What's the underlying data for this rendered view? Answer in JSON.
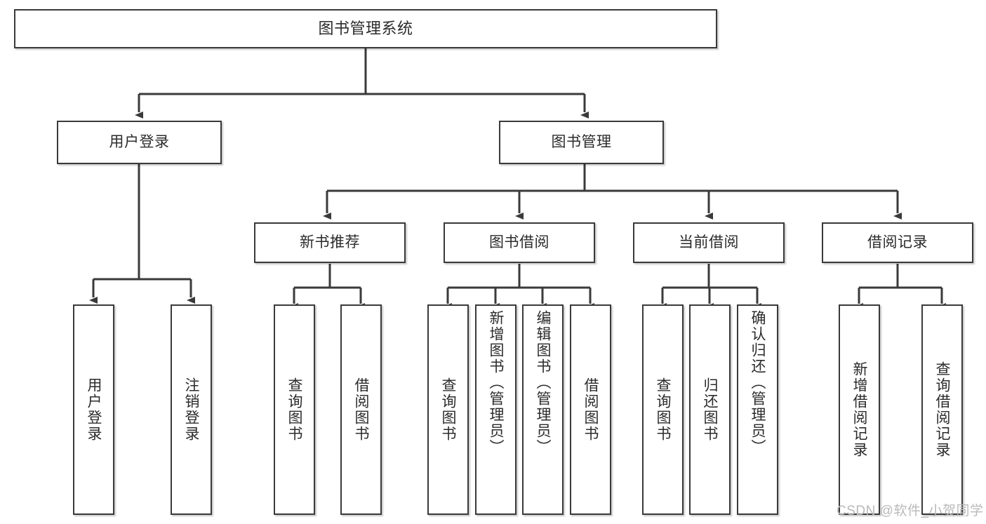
{
  "diagram": {
    "title": "图书管理系统",
    "type": "tree-hierarchy-chart",
    "accent_color": "#3a3a3a",
    "background_color": "#ffffff"
  },
  "root": {
    "label": "图书管理系统"
  },
  "level2": [
    {
      "label": "用户登录"
    },
    {
      "label": "图书管理"
    }
  ],
  "level3": [
    {
      "label": "新书推荐"
    },
    {
      "label": "图书借阅"
    },
    {
      "label": "当前借阅"
    },
    {
      "label": "借阅记录"
    }
  ],
  "leaves": {
    "user_login": [
      {
        "label": "用户登录"
      },
      {
        "label": "注销登录"
      }
    ],
    "new_book_recommend": [
      {
        "label": "查询图书"
      },
      {
        "label": "借阅图书"
      }
    ],
    "book_borrow": [
      {
        "label": "查询图书"
      },
      {
        "label": "新增图书（管理员）"
      },
      {
        "label": "编辑图书（管理员）"
      },
      {
        "label": "借阅图书"
      }
    ],
    "current_borrow": [
      {
        "label": "查询图书"
      },
      {
        "label": "归还图书"
      },
      {
        "label": "确认归还（管理员）"
      }
    ],
    "borrow_record": [
      {
        "label": "新增借阅记录"
      },
      {
        "label": "查询借阅记录"
      }
    ]
  },
  "watermark": {
    "text": "CSDN @软件_小贺同学"
  }
}
